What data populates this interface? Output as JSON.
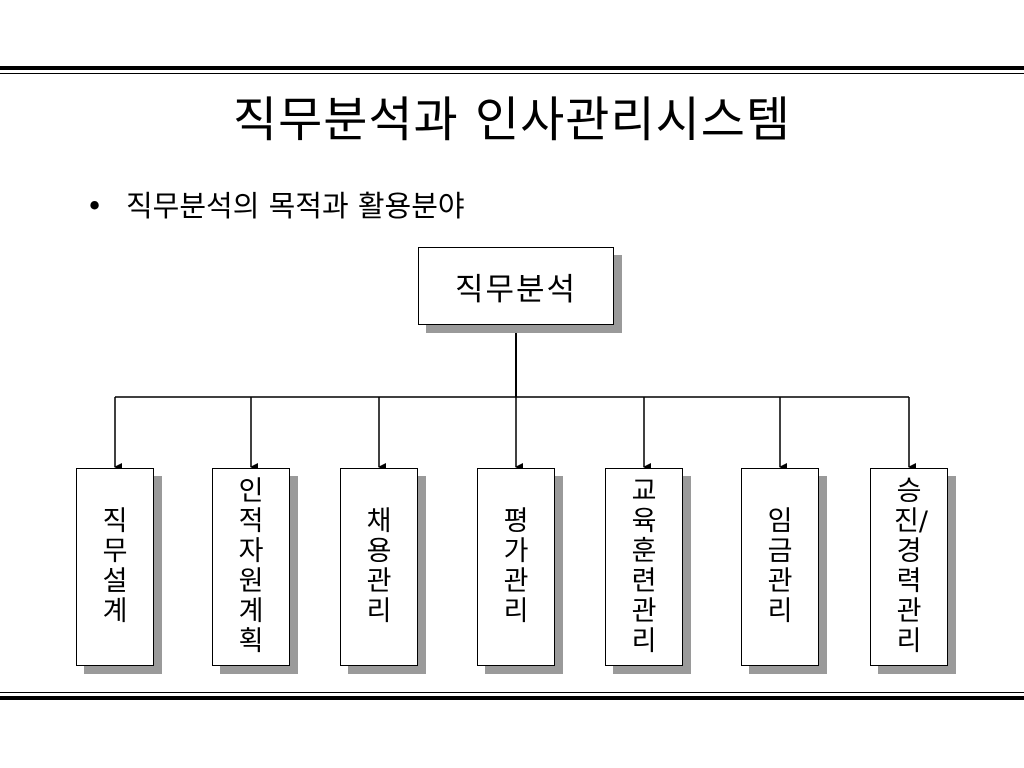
{
  "slide": {
    "title": "직무분석과 인사관리시스템",
    "bullet_symbol": "•",
    "bullet_text": "직무분석의 목적과 활용분야"
  },
  "diagram": {
    "root": "직무분석",
    "children": [
      "직무설계",
      "인적자원계획",
      "채용관리",
      "평가관리",
      "교육훈련관리",
      "임금관리",
      "승진/경력관리"
    ]
  }
}
